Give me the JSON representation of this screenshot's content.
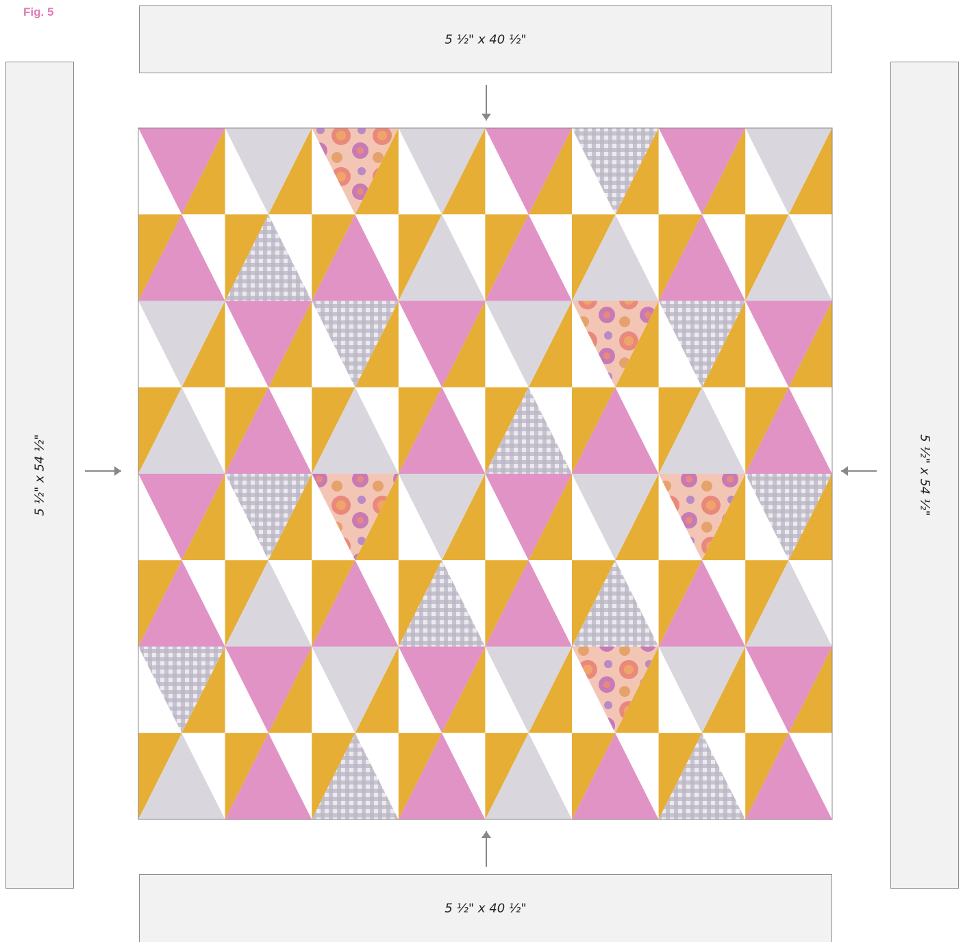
{
  "figure": {
    "label": "Fig. 5"
  },
  "borders": {
    "top": "5 ½\" x 40 ½\"",
    "bottom": "5 ½\" x 40 ½\"",
    "left": "5 ½\" x 54 ½\"",
    "right": "5 ½\" x 54 ½\""
  },
  "colors": {
    "pink": "#e193c6",
    "gold": "#e6ae35",
    "white": "#ffffff",
    "grey": "#d9d7dd",
    "gingham": "#a9a5b4",
    "floral": "#e89a8a",
    "strip_fill": "#f2f2f2",
    "arrow": "#888888",
    "fig_label": "#e07bb6"
  },
  "quilt": {
    "rows": [
      [
        "pink",
        "grey",
        "floral",
        "grey",
        "pink",
        "gingham",
        "pink",
        "grey"
      ],
      [
        "pink",
        "gingham",
        "pink",
        "grey",
        "pink",
        "grey",
        "pink",
        "grey"
      ],
      [
        "grey",
        "pink",
        "gingham",
        "pink",
        "grey",
        "floral",
        "gingham",
        "pink"
      ],
      [
        "grey",
        "pink",
        "grey",
        "pink",
        "gingham",
        "pink",
        "grey",
        "pink"
      ],
      [
        "pink",
        "gingham",
        "floral",
        "grey",
        "pink",
        "grey",
        "floral",
        "gingham"
      ],
      [
        "pink",
        "grey",
        "pink",
        "gingham",
        "pink",
        "gingham",
        "pink",
        "grey"
      ],
      [
        "gingham",
        "pink",
        "grey",
        "pink",
        "grey",
        "floral",
        "grey",
        "pink"
      ],
      [
        "grey",
        "pink",
        "gingham",
        "pink",
        "grey",
        "pink",
        "gingham",
        "pink"
      ]
    ]
  }
}
